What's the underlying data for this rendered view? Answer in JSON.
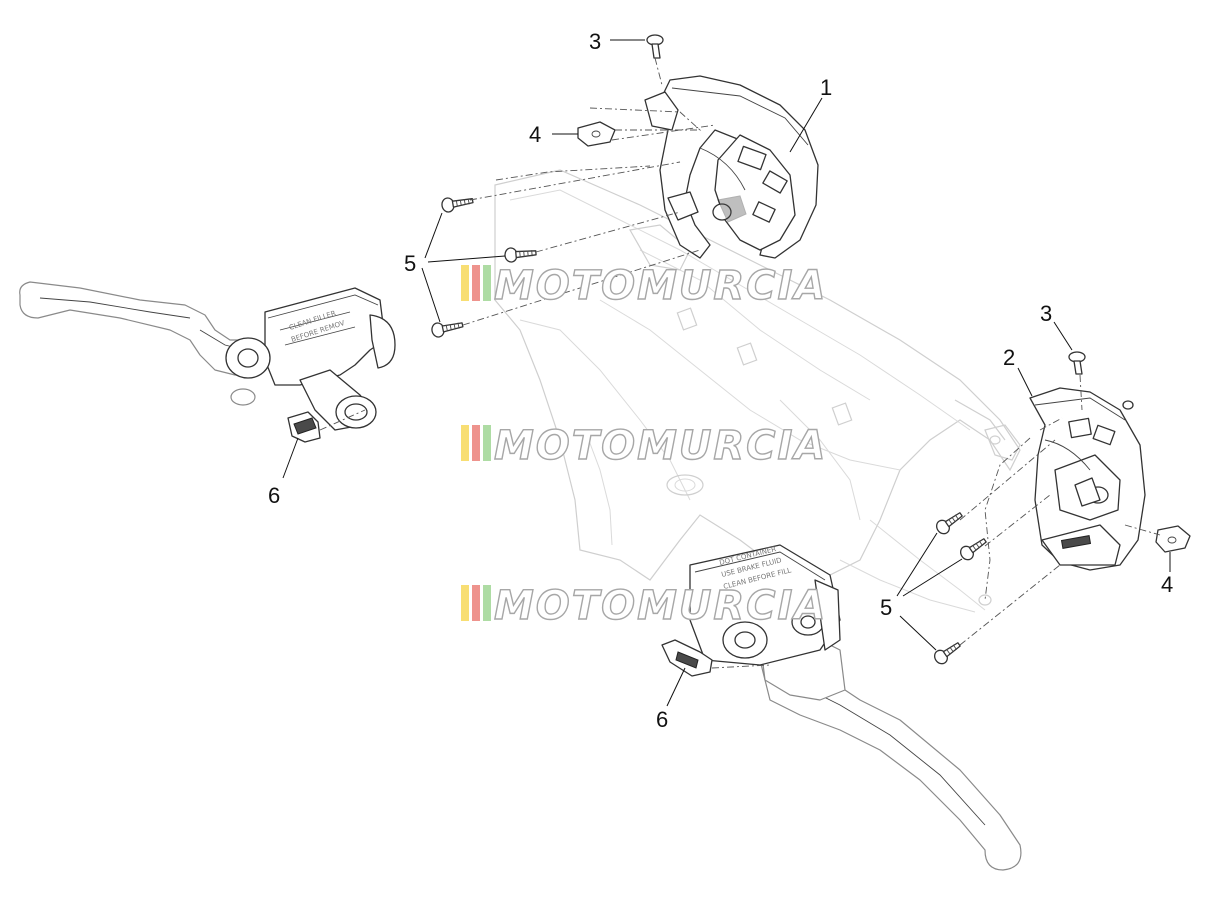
{
  "watermark": {
    "brand": "MOTOMURCIA",
    "stripe_colors": [
      "#f2c200",
      "#e03a2f",
      "#6bbf59"
    ]
  },
  "callouts": [
    {
      "id": "c1",
      "number": "1"
    },
    {
      "id": "c2",
      "number": "2"
    },
    {
      "id": "c3a",
      "number": "3"
    },
    {
      "id": "c3b",
      "number": "3"
    },
    {
      "id": "c4a",
      "number": "4"
    },
    {
      "id": "c4b",
      "number": "4"
    },
    {
      "id": "c5a",
      "number": "5"
    },
    {
      "id": "c5b",
      "number": "5"
    },
    {
      "id": "c6a",
      "number": "6"
    },
    {
      "id": "c6b",
      "number": "6"
    }
  ]
}
